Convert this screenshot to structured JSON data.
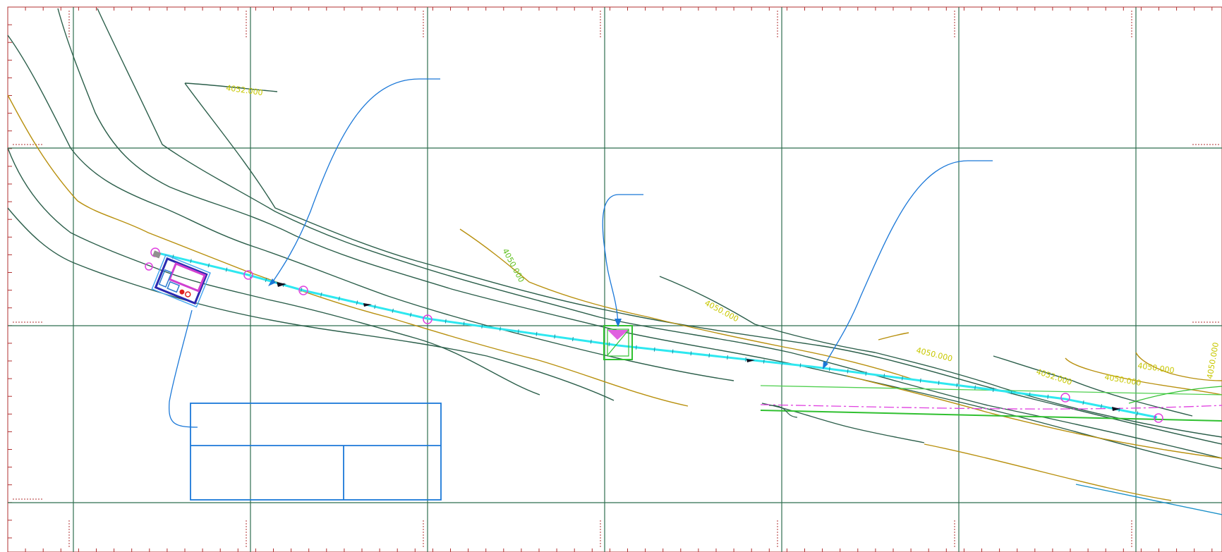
{
  "contour_labels": {
    "c1": "4052.000",
    "c2": "4050.000",
    "c3": "4050.000",
    "c4": "4050.000",
    "c5": "4052.000",
    "c6": "4050.000",
    "c7": "4050.000",
    "c8": "4050.000"
  },
  "colors": {
    "frame_ticks": "#b03030",
    "grid": "#2f6e4f",
    "index_contour": "#b8900e",
    "intermediate_contour": "#2b5e4a",
    "contour_label": "#c8c800",
    "pipe": "#2ee8f0",
    "manhole": "#e040e0",
    "callout": "#1b78d8",
    "structure": "#2a2ab0",
    "inlet": "#30c030"
  },
  "icons": {
    "manhole": "circle-icon",
    "flow_arrow": "arrowhead-icon",
    "inlet": "inlet-box-icon"
  }
}
